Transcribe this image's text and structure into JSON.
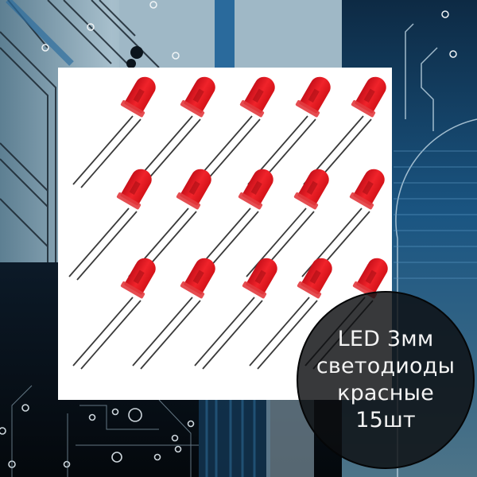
{
  "product": {
    "badge_lines": [
      "LED 3мм",
      "светодиоды",
      "красные",
      "15шт"
    ],
    "led_count": 15,
    "led_color": "#e0141a",
    "led_grid": {
      "rows": 3,
      "cols": 5
    }
  },
  "colors": {
    "background_dark": "#0d1a26",
    "background_blue": "#1d5a8a",
    "circuit_light": "#a9c3d2",
    "panel": "#ffffff",
    "badge_fill": "#0c0e10",
    "badge_text": "#f4f4f4"
  }
}
